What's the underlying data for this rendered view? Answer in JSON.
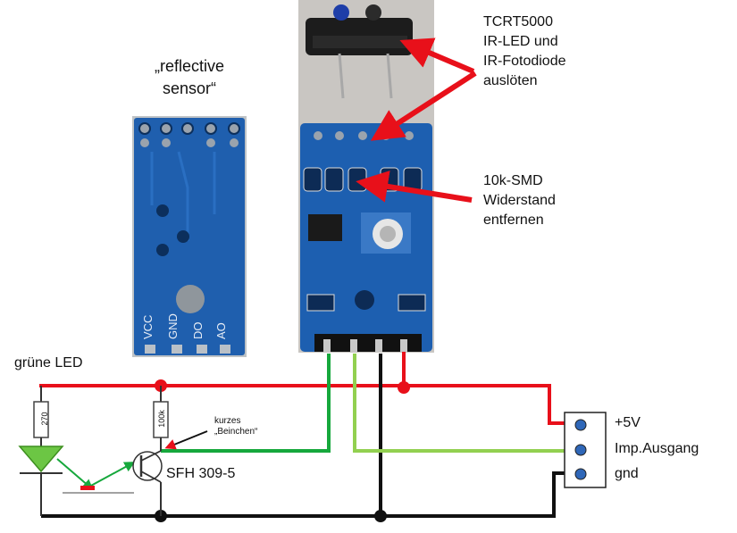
{
  "labels": {
    "reflective_sensor": [
      "„reflective",
      "sensor“"
    ],
    "tcrt": [
      "TCRT5000",
      "IR-LED und",
      "IR-Fotodiode",
      "auslöten"
    ],
    "smd": [
      "10k-SMD",
      "Widerstand",
      "entfernen"
    ],
    "gruene_led": "grüne LED",
    "kurzes": [
      "kurzes",
      "„Beinchen“"
    ],
    "transistor": "SFH 309-5",
    "r270": "270",
    "r100k": "100k"
  },
  "pcb_back_pins": [
    "VCC",
    "GND",
    "DO",
    "AO"
  ],
  "terminals": [
    {
      "label": "+5V"
    },
    {
      "label": "Imp.Ausgang"
    },
    {
      "label": "gnd"
    }
  ],
  "colors": {
    "plus5v": "#e8101a",
    "gnd": "#111111",
    "signal_dark": "#16a83c",
    "signal_light": "#92d050",
    "arrow": "#e8101a",
    "pcb": "#1d5fb0",
    "led": "#6cc644"
  }
}
